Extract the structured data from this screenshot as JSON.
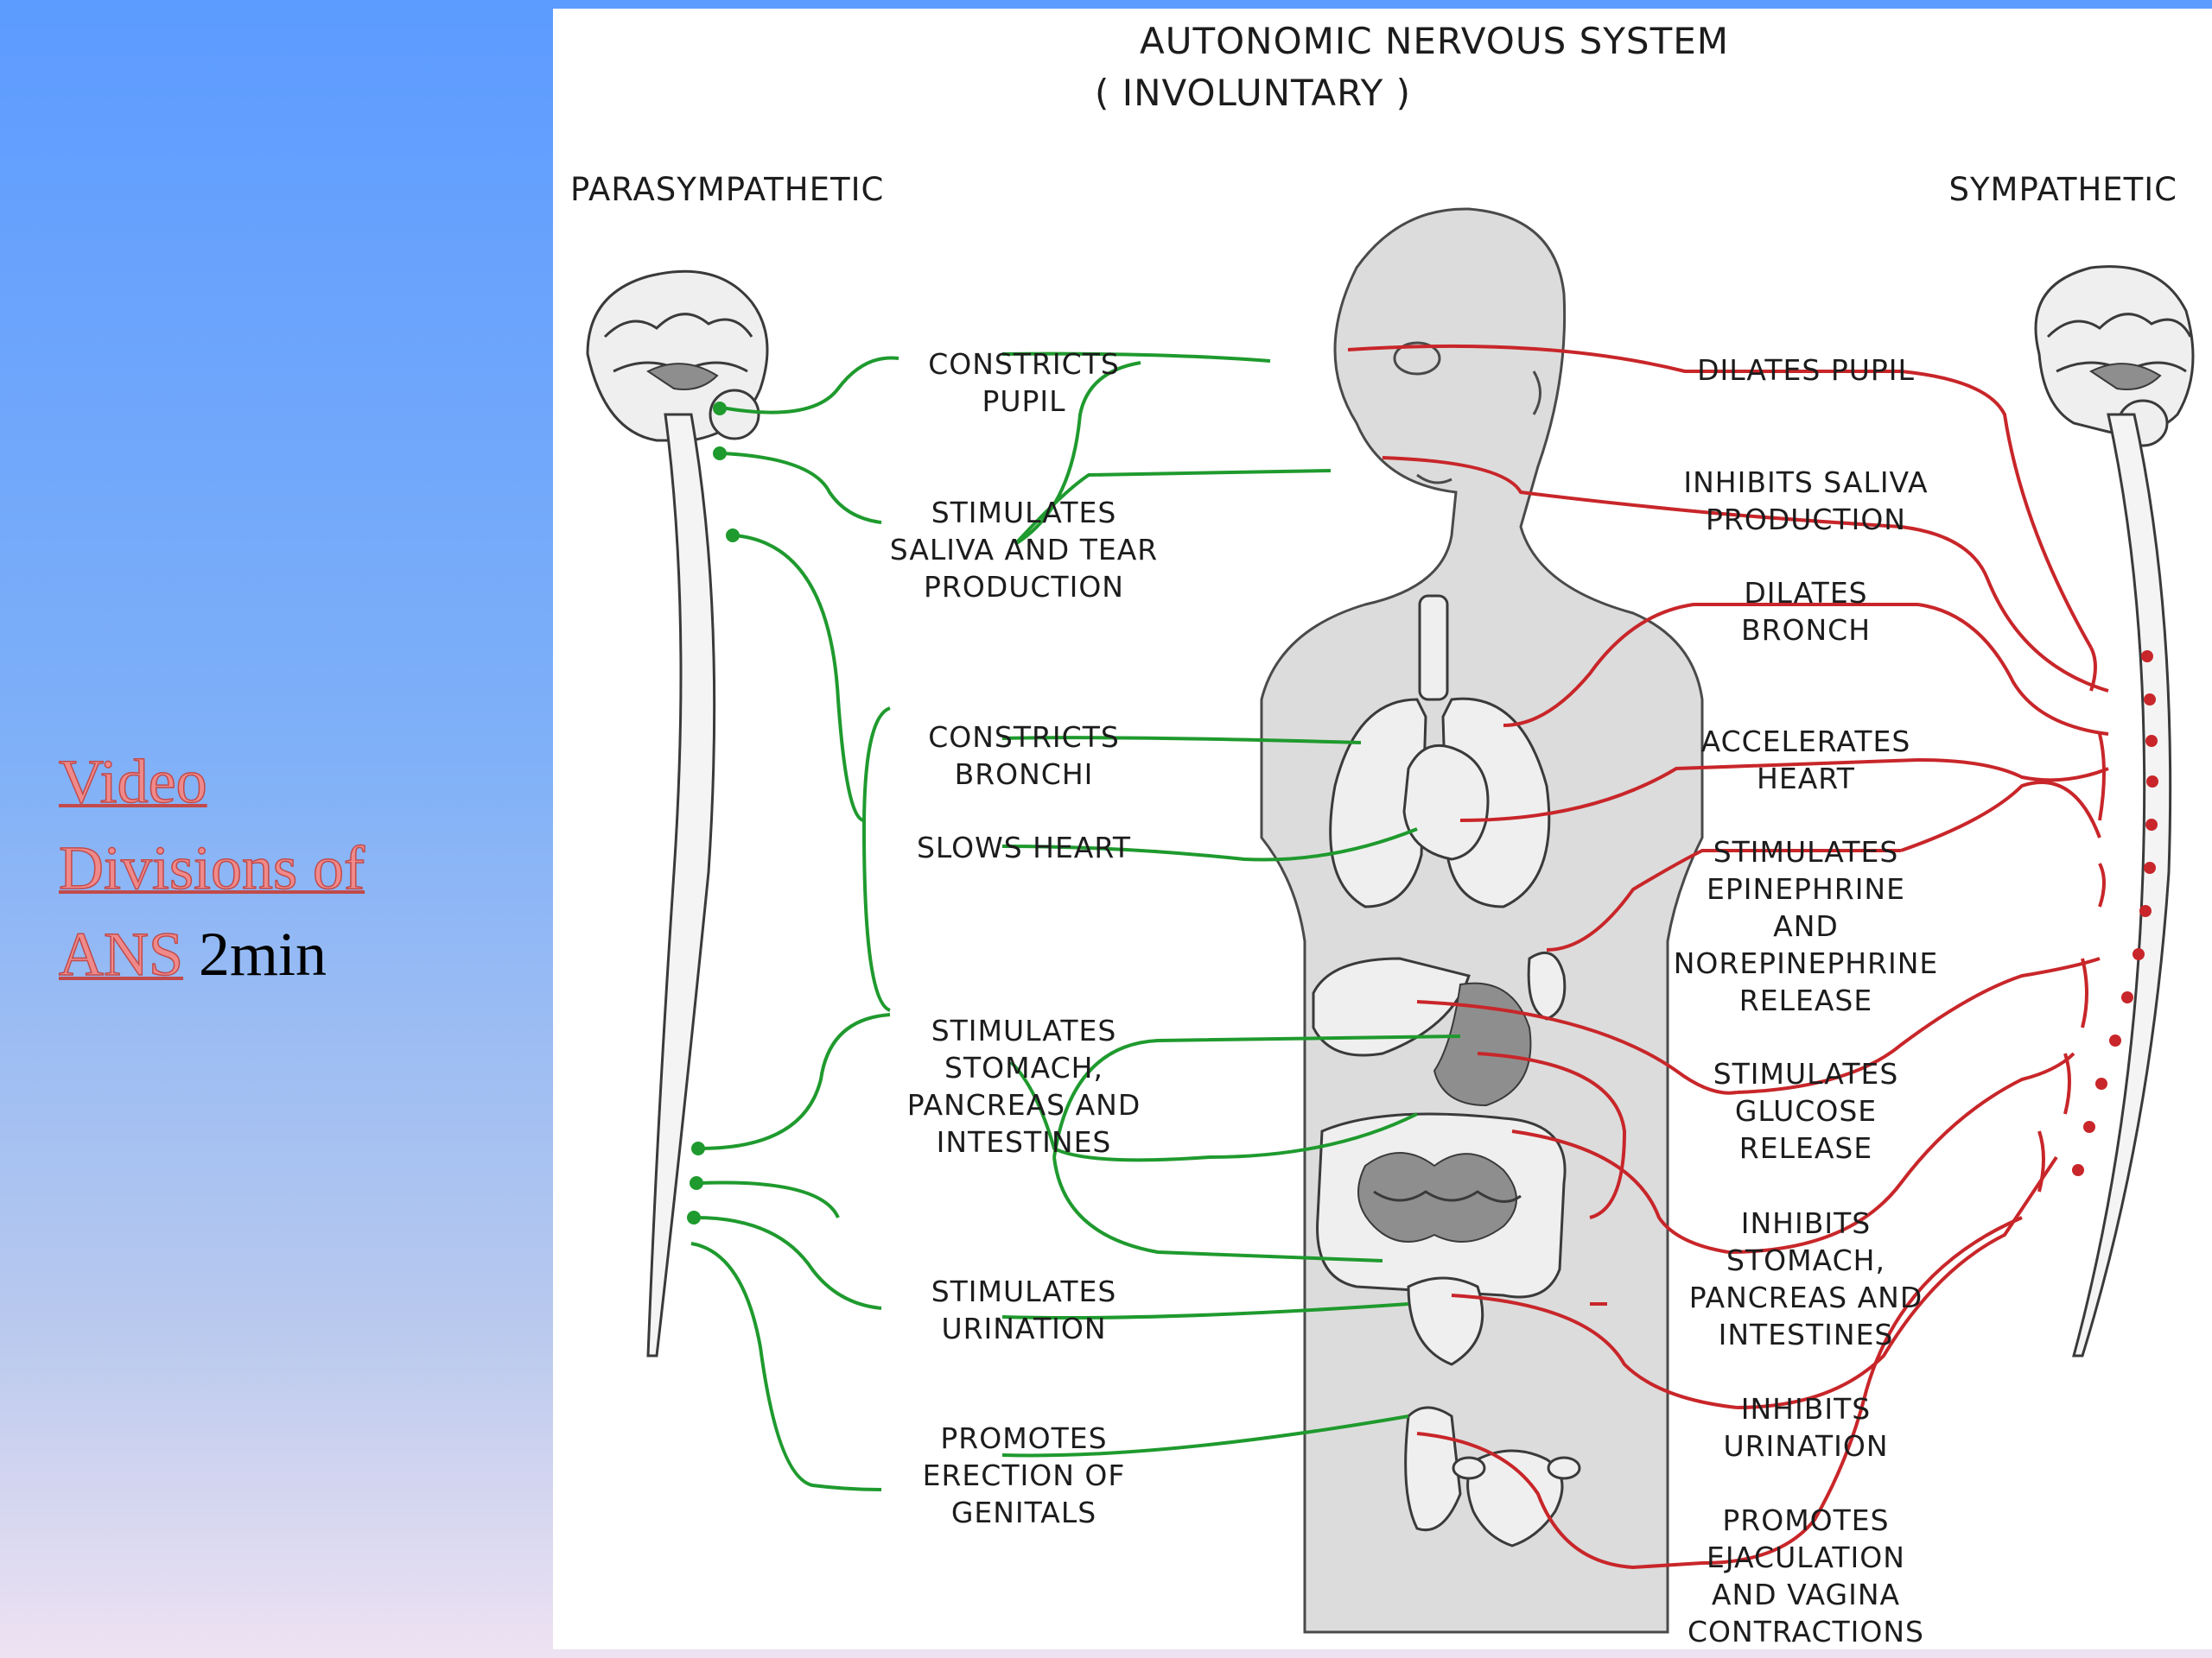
{
  "sidebar": {
    "link_line1": "Video",
    "link_line2": "Divisions of",
    "link_line3": "ANS",
    "duration": "2min"
  },
  "diagram": {
    "title": "AUTONOMIC NERVOUS SYSTEM",
    "subtitle": "( INVOLUNTARY )",
    "left_heading": "PARASYMPATHETIC",
    "right_heading": "SYMPATHETIC",
    "parasympathetic": [
      {
        "lines": [
          "CONSTRICTS",
          "PUPIL"
        ]
      },
      {
        "lines": [
          "STIMULATES",
          "SALIVA AND TEAR",
          "PRODUCTION"
        ]
      },
      {
        "lines": [
          "CONSTRICTS",
          "BRONCHI"
        ]
      },
      {
        "lines": [
          "SLOWS HEART"
        ]
      },
      {
        "lines": [
          "STIMULATES",
          "STOMACH,",
          "PANCREAS AND",
          "INTESTINES"
        ]
      },
      {
        "lines": [
          "STIMULATES",
          "URINATION"
        ]
      },
      {
        "lines": [
          "PROMOTES",
          "ERECTION OF",
          "GENITALS"
        ]
      }
    ],
    "sympathetic": [
      {
        "lines": [
          "DILATES PUPIL"
        ]
      },
      {
        "lines": [
          "INHIBITS SALIVA",
          "PRODUCTION"
        ]
      },
      {
        "lines": [
          "DILATES",
          "BRONCH"
        ]
      },
      {
        "lines": [
          "ACCELERATES",
          "HEART"
        ]
      },
      {
        "lines": [
          "STIMULATES",
          "EPINEPHRINE",
          "AND",
          "NOREPINEPHRINE",
          "RELEASE"
        ]
      },
      {
        "lines": [
          "STIMULATES",
          "GLUCOSE",
          "RELEASE"
        ]
      },
      {
        "lines": [
          "INHIBITS",
          "STOMACH,",
          "PANCREAS AND",
          "INTESTINES"
        ]
      },
      {
        "lines": [
          "INHIBITS",
          "URINATION"
        ]
      },
      {
        "lines": [
          "PROMOTES",
          "EJACULATION",
          "AND VAGINA",
          "CONTRACTIONS"
        ]
      }
    ],
    "colors": {
      "parasympathetic": "#1f9a2e",
      "sympathetic": "#c8262a"
    }
  }
}
